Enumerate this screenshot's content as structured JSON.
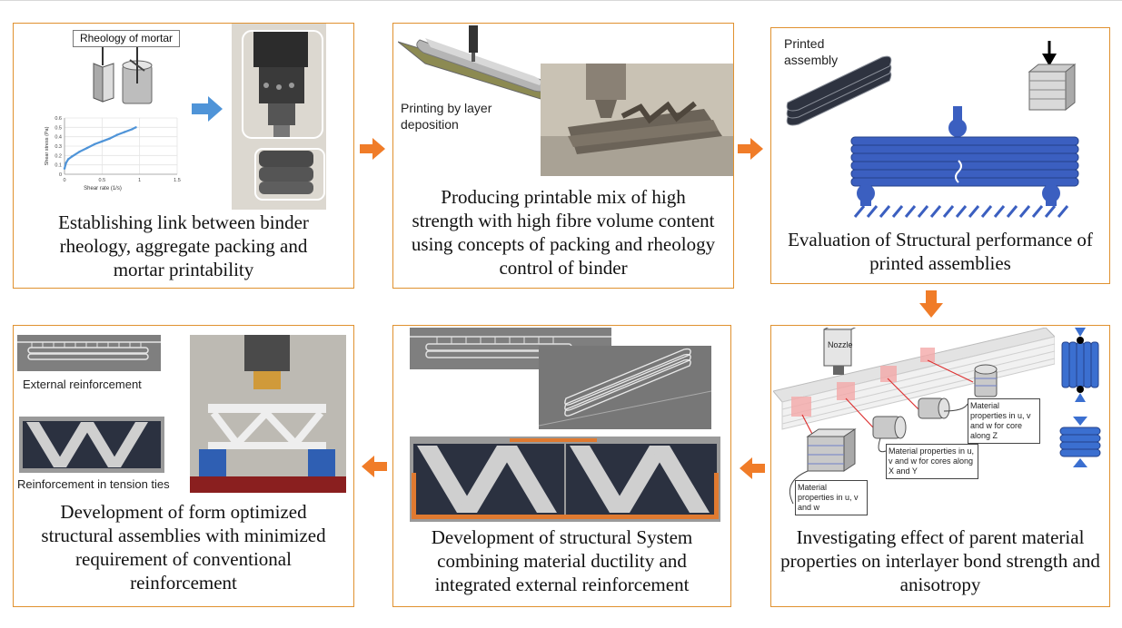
{
  "panels": {
    "p1": {
      "caption": "Establishing link between binder rheology, aggregate packing and mortar printability",
      "rheology_label": "Rheology of mortar",
      "chart": {
        "ylabel": "Shear stress (Pa)",
        "xlabel": "Shear rate (1/s)",
        "xticks": [
          "0",
          "0.5",
          "1",
          "1.5"
        ],
        "yticks": [
          "0",
          "0.1",
          "0.2",
          "0.3",
          "0.4",
          "0.5",
          "0.6"
        ]
      }
    },
    "p2": {
      "caption": "Producing printable mix of high strength with high fibre volume content using concepts of packing and rheology control of binder",
      "printing_label": "Printing by layer deposition"
    },
    "p3": {
      "caption": "Evaluation of Structural performance of printed assemblies",
      "assembly_label": "Printed assembly"
    },
    "p4": {
      "caption": "Investigating effect of parent material properties on interlayer bond strength and anisotropy",
      "nozzle_label": "Nozzle",
      "prop_z": "Material properties in u, v and w  for core along  Z",
      "prop_xy": "Material properties in u, v and w  for cores along  X and Y",
      "prop_uvw": "Material properties in u, v and w"
    },
    "p5": {
      "caption": "Development of structural System combining material ductility and integrated external reinforcement"
    },
    "p6": {
      "caption": "Development of form optimized structural assemblies with minimized requirement of conventional reinforcement",
      "ext_label": "External reinforcement",
      "ten_label": "Reinforcement in tension ties"
    }
  },
  "chart_data": {
    "type": "line",
    "title": "",
    "xlabel": "Shear rate (1/s)",
    "ylabel": "Shear stress (Pa)",
    "xlim": [
      0,
      1.5
    ],
    "ylim": [
      0,
      0.6
    ],
    "x": [
      0.0,
      0.02,
      0.05,
      0.1,
      0.2,
      0.3,
      0.4,
      0.5,
      0.6,
      0.7,
      0.8,
      0.9,
      0.95
    ],
    "series": [
      {
        "values": [
          0.06,
          0.12,
          0.16,
          0.19,
          0.24,
          0.28,
          0.32,
          0.35,
          0.38,
          0.42,
          0.45,
          0.48,
          0.5
        ]
      }
    ],
    "grid": true
  },
  "colors": {
    "border": "#e0912f",
    "flow_arrow": "#f07c28",
    "blue_arrow": "#4f94d8",
    "assembly_blue": "#3b5fc0",
    "truss_dark": "#2b3140",
    "orange_reinf": "#e07a30"
  }
}
